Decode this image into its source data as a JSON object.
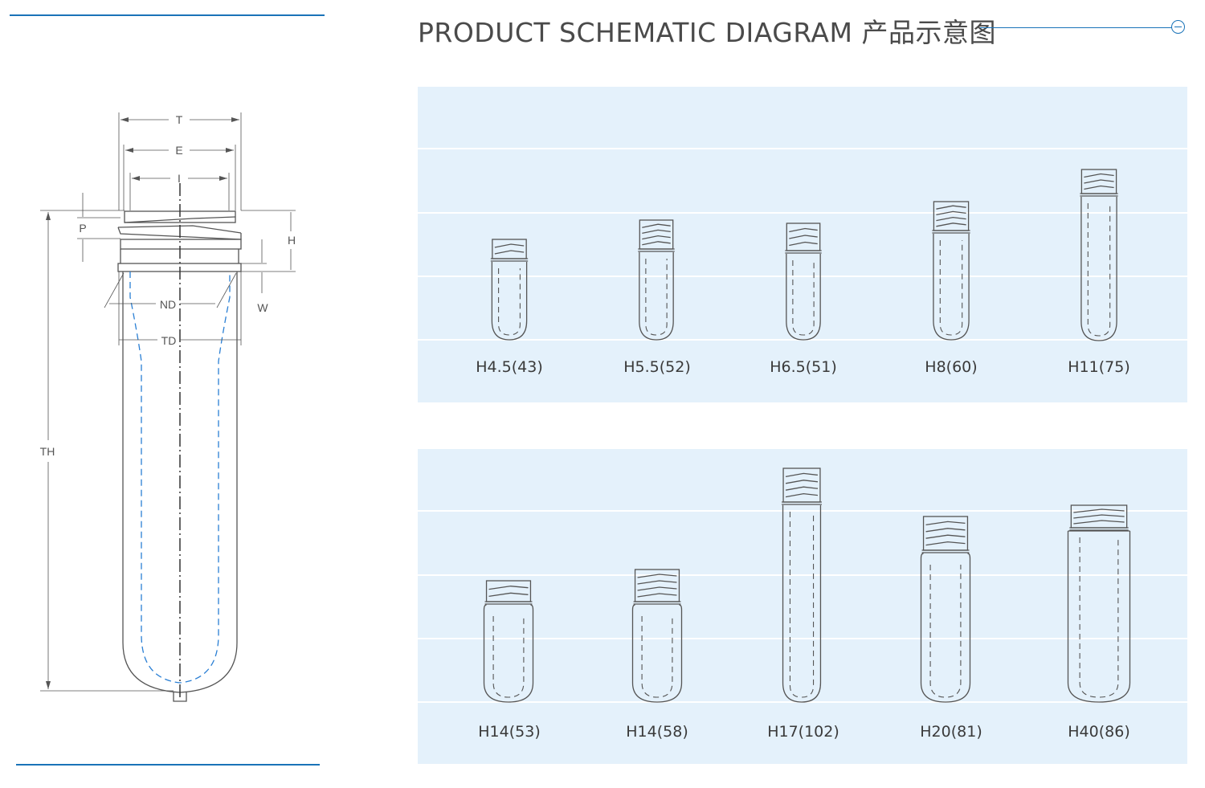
{
  "header": {
    "title": "PRODUCT SCHEMATIC DIAGRAM  产品示意图"
  },
  "schematic": {
    "labels": {
      "T": "T",
      "E": "E",
      "I": "I",
      "P": "P",
      "H": "H",
      "ND": "ND",
      "W": "W",
      "TD": "TD",
      "TH": "TH"
    }
  },
  "panels": [
    {
      "items": [
        {
          "label": "H4.5(43)"
        },
        {
          "label": "H5.5(52)"
        },
        {
          "label": "H6.5(51)"
        },
        {
          "label": "H8(60)"
        },
        {
          "label": "H11(75)"
        }
      ]
    },
    {
      "items": [
        {
          "label": "H14(53)"
        },
        {
          "label": "H14(58)"
        },
        {
          "label": "H17(102)"
        },
        {
          "label": "H20(81)"
        },
        {
          "label": "H40(86)"
        }
      ]
    }
  ],
  "colors": {
    "accent": "#1a73b8",
    "panel": "#e4f1fb",
    "line": "#555555",
    "dash_blue": "#2a7fd4"
  }
}
